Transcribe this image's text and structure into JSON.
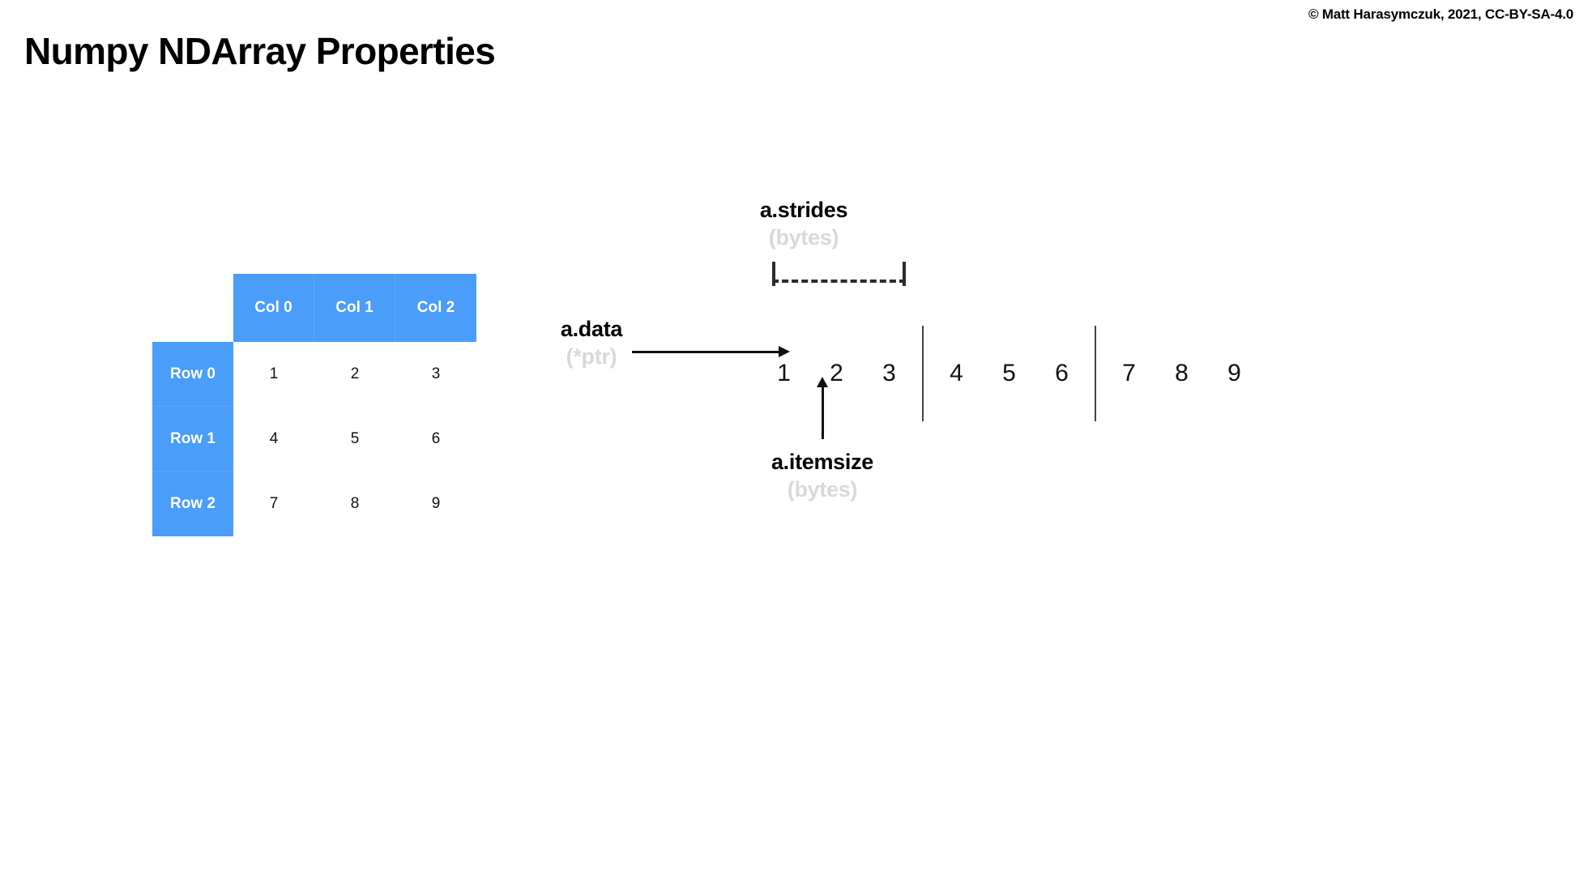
{
  "header": {
    "title": "Numpy NDArray Properties",
    "copyright": "© Matt Harasymczuk, 2021, CC-BY-SA-4.0"
  },
  "colors": {
    "table_blue": "#4a9df9",
    "table_blue_divider": "#5aa6fa",
    "sub_label_gray": "#d9d9d9",
    "text_black": "#000000",
    "line_dark": "#2b2b2b",
    "separator_gray": "#444444",
    "background": "#ffffff"
  },
  "table": {
    "corner_label": "",
    "column_headers": [
      "Col 0",
      "Col 1",
      "Col 2"
    ],
    "row_headers": [
      "Row 0",
      "Row 1",
      "Row 2"
    ],
    "cells": [
      [
        "1",
        "2",
        "3"
      ],
      [
        "4",
        "5",
        "6"
      ],
      [
        "7",
        "8",
        "9"
      ]
    ]
  },
  "memory": {
    "strides": {
      "label": "a.strides",
      "unit": "(bytes)"
    },
    "data": {
      "label": "a.data",
      "unit": "(*ptr)"
    },
    "itemsize": {
      "label": "a.itemsize",
      "unit": "(bytes)"
    },
    "flat_values": [
      "1",
      "2",
      "3",
      "4",
      "5",
      "6",
      "7",
      "8",
      "9"
    ],
    "row_breaks_after": [
      3,
      6
    ]
  },
  "chart_data": {
    "type": "table",
    "title": "Numpy NDArray Properties",
    "categories": [
      "Col 0",
      "Col 1",
      "Col 2"
    ],
    "rows": [
      "Row 0",
      "Row 1",
      "Row 2"
    ],
    "values": [
      [
        1,
        2,
        3
      ],
      [
        4,
        5,
        6
      ],
      [
        7,
        8,
        9
      ]
    ],
    "flat_memory_layout": [
      1,
      2,
      3,
      4,
      5,
      6,
      7,
      8,
      9
    ],
    "annotations": [
      "a.strides (bytes)",
      "a.data (*ptr)",
      "a.itemsize (bytes)"
    ],
    "xlabel": "",
    "ylabel": "",
    "legend": "none",
    "grid": false
  }
}
